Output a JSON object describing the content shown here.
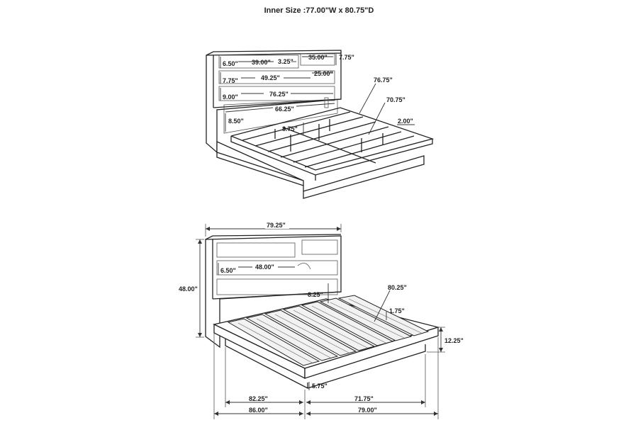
{
  "header": {
    "title": "Inner Size :77.00\"W x 80.75\"D"
  },
  "top_view": {
    "dims": {
      "shelf_upper_height": "6.50\"",
      "shelf_upper_width": "39.00\"",
      "shelf_gap": "3.25\"",
      "cubby_width": "35.00\"",
      "cubby_height": "7.75\"",
      "shelf_mid_height": "7.75\"",
      "shelf_mid_width": "49.25\"",
      "shelf_mid_right": "25.00\"",
      "shelf_low_height": "9.00\"",
      "shelf_low_width": "76.25\"",
      "panel_width": "66.25\"",
      "panel_height": "8.50\"",
      "rail_length_outer": "76.75\"",
      "rail_length_inner": "70.75\"",
      "rail_thickness": "2.00\"",
      "leg_height": "8.75\""
    }
  },
  "bottom_view": {
    "dims": {
      "overall_width": "79.25\"",
      "overall_height": "48.00\"",
      "shelf_height": "6.50\"",
      "shelf_width": "48.00\"",
      "headboard_clearance": "8.25\"",
      "length": "80.25\"",
      "slat_thickness": "1.75\"",
      "frame_height": "12.25\"",
      "base_clearance": "5.75\"",
      "base_length": "82.25\"",
      "overall_length": "86.00\"",
      "base_width": "71.75\"",
      "overall_base_width": "79.00\""
    }
  },
  "colors": {
    "line": "#222222",
    "background": "#ffffff"
  }
}
